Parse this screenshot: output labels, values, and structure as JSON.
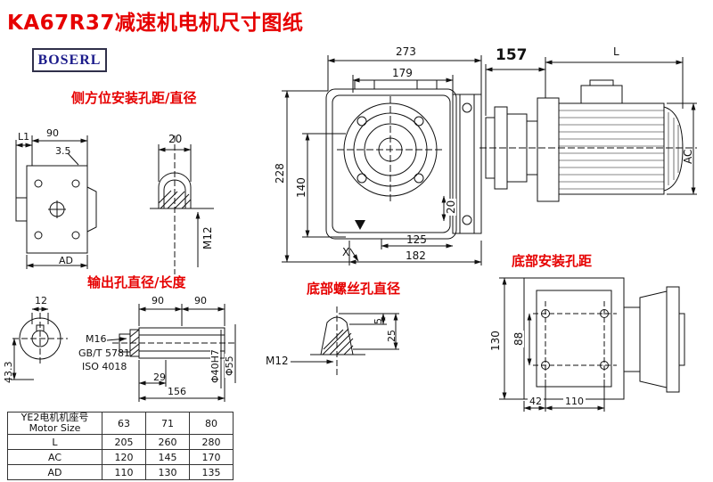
{
  "page": {
    "title": "KA67R37减速机电机尺寸图纸",
    "logo": "BOSERL"
  },
  "colors": {
    "accent_red": "#e60000",
    "line": "#111111",
    "brand_text": "#1a1a8a"
  },
  "labels": {
    "side_mount": "侧方位安装孔距/直径",
    "output_hole": "输出孔直径/长度",
    "bottom_screw": "底部螺丝孔直径",
    "bottom_mount": "底部安装孔距"
  },
  "dims": {
    "side_view": {
      "l1": "L1",
      "w90": "90",
      "t35": "3.5",
      "ad": "AD"
    },
    "plug": {
      "w20": "20",
      "m12": "M12"
    },
    "main_view": {
      "w273": "273",
      "w179": "179",
      "h228": "228",
      "h140": "140",
      "d20": "20",
      "w125": "125",
      "w182": "182",
      "x": "X"
    },
    "motor_view": {
      "w157": "157",
      "l": "L",
      "ac": "AC"
    },
    "output": {
      "w12": "12",
      "h433": "43.3",
      "l90a": "90",
      "l90b": "90",
      "m16": "M16",
      "std_gb": "GB/T 5781",
      "std_iso": "ISO 4018",
      "l29": "29",
      "l156": "156",
      "d40": "Φ40H7",
      "d55": "Φ55"
    },
    "screw": {
      "m12": "M12",
      "d5": "5",
      "d25": "25"
    },
    "bottom": {
      "h130": "130",
      "h88": "88",
      "w42": "42",
      "w110": "110"
    }
  },
  "table": {
    "rows": [
      {
        "label": "YE2电机机座号",
        "label2": "Motor Size",
        "c1": "63",
        "c2": "71",
        "c3": "80"
      },
      {
        "label": "L",
        "c1": "205",
        "c2": "260",
        "c3": "280"
      },
      {
        "label": "AC",
        "c1": "120",
        "c2": "145",
        "c3": "170"
      },
      {
        "label": "AD",
        "c1": "110",
        "c2": "130",
        "c3": "135"
      }
    ]
  }
}
